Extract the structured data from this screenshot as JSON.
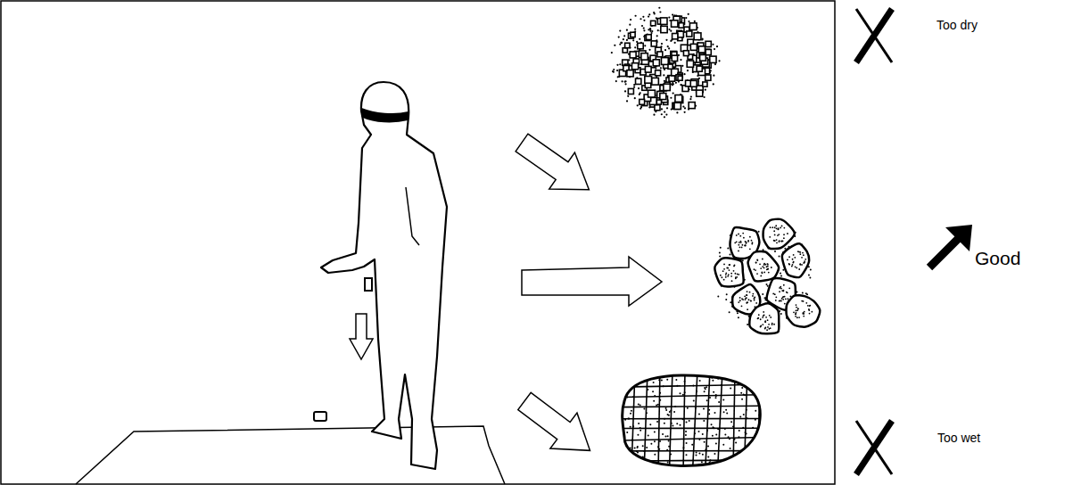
{
  "diagram": {
    "labels": [
      "Too dry",
      "Good",
      "Too wet"
    ]
  }
}
